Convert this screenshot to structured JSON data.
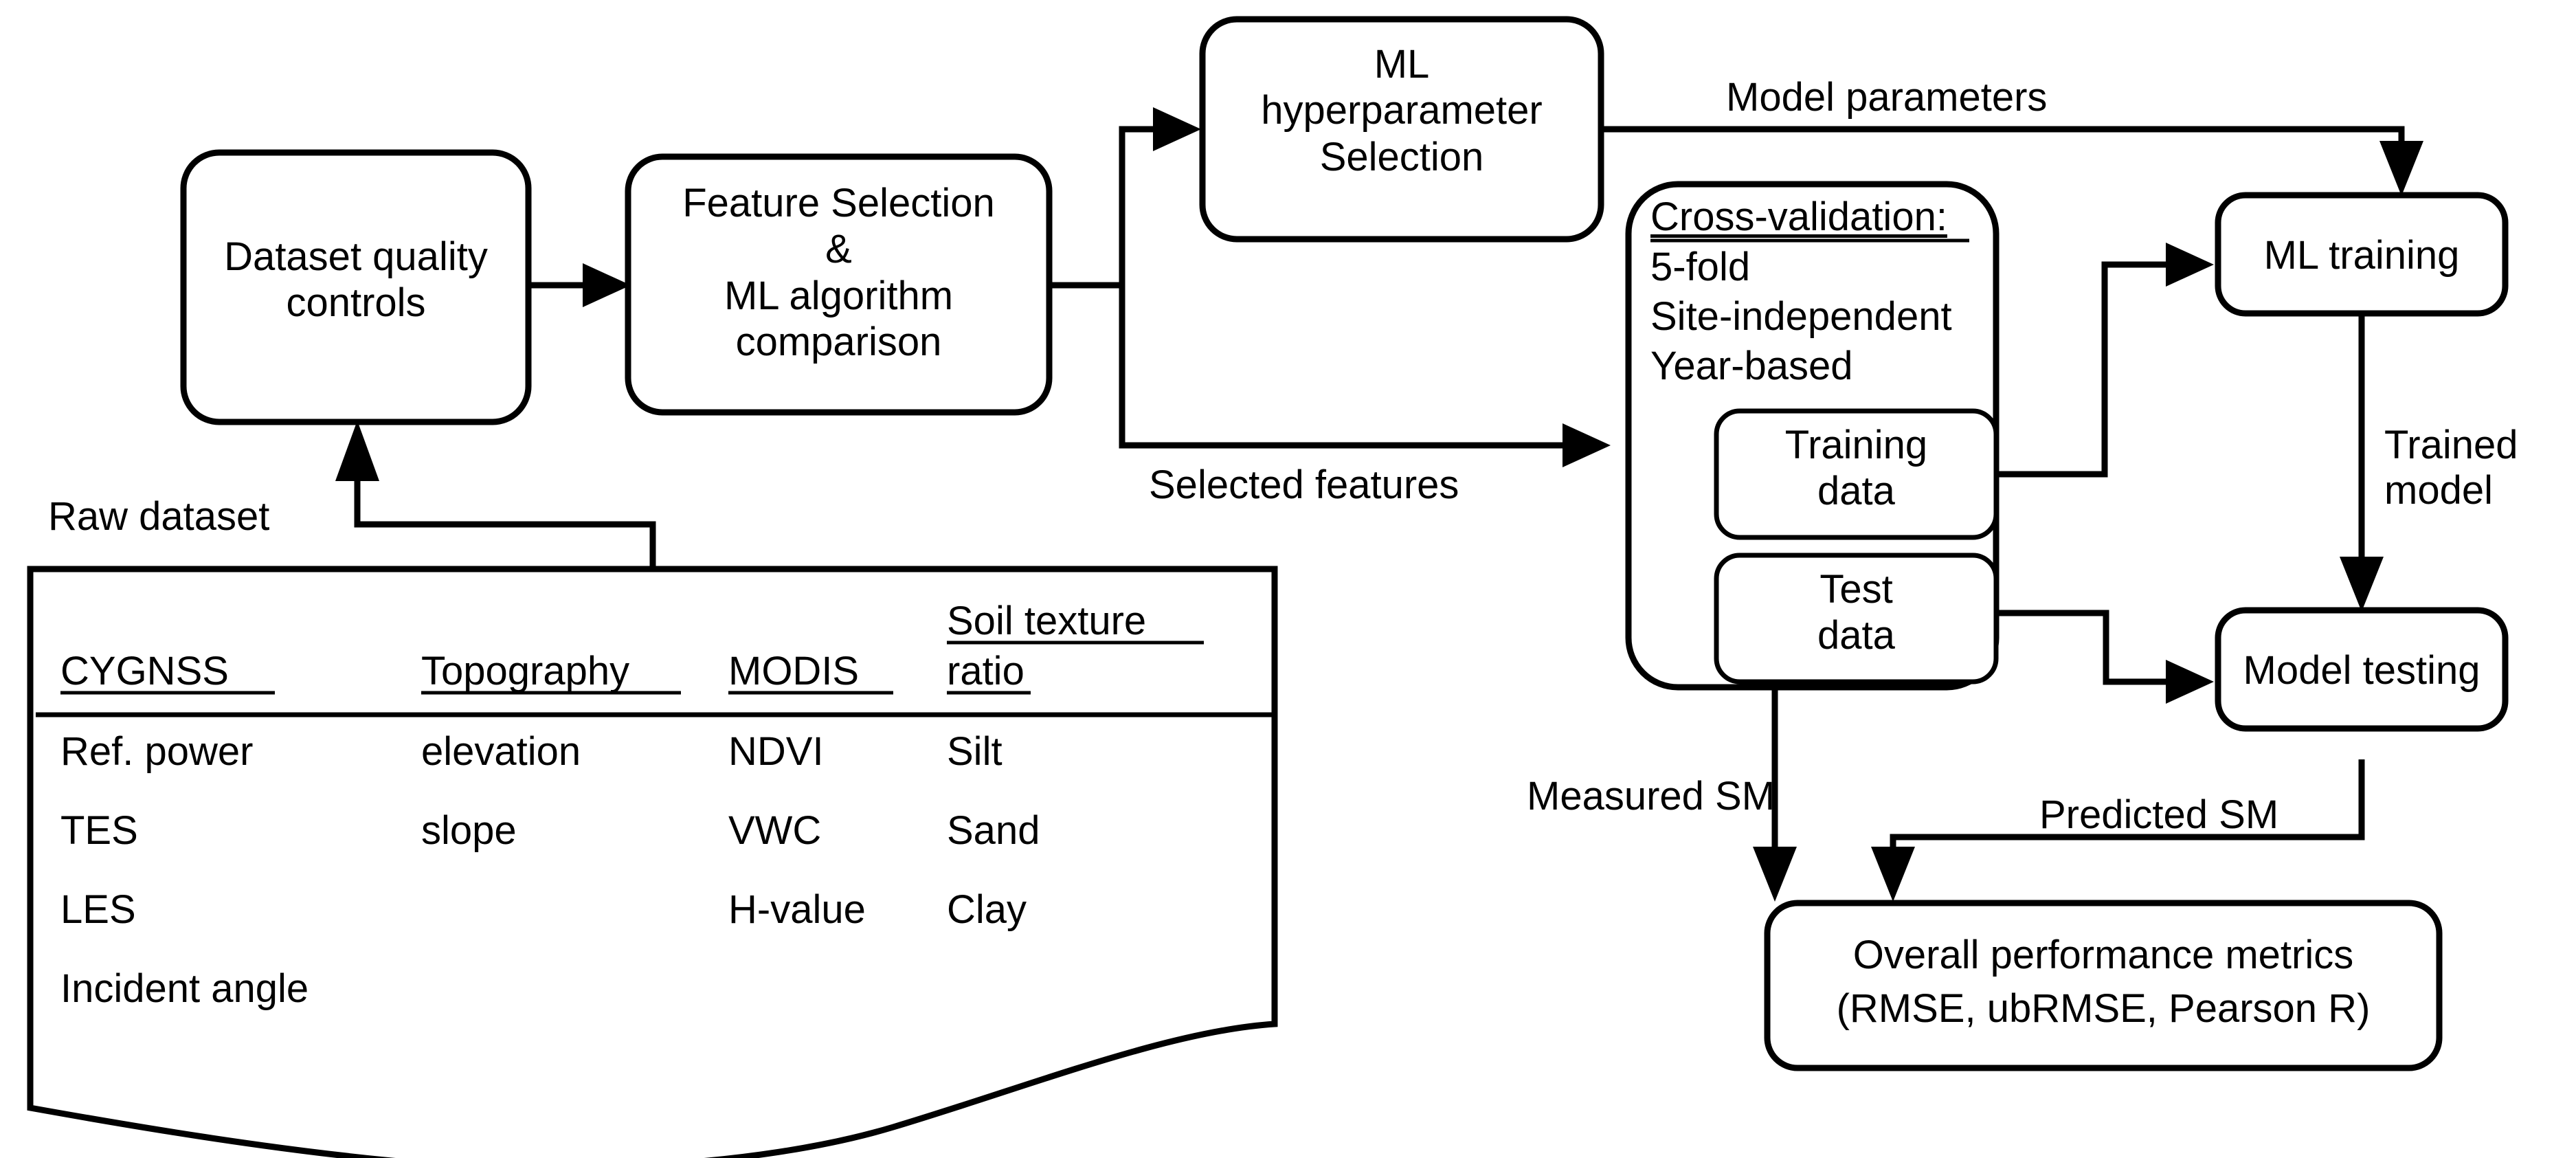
{
  "diagram": {
    "title": "CYGNSS machine-learning soil moisture retrieval workflow",
    "nodes": {
      "dataset_quality": "Dataset quality\ncontrols",
      "feature_selection": "Feature Selection\n&\nML algorithm\ncomparison",
      "hyperparameter": "ML\nhyperparameter\nSelection",
      "ml_training": "ML training",
      "model_testing": "Model testing",
      "training_data": "Training\ndata",
      "test_data": "Test\ndata",
      "metrics_line1": "Overall performance metrics",
      "metrics_line2": "(RMSE, ubRMSE, Pearson R)"
    },
    "cross_validation": {
      "heading": "Cross-validation:",
      "items": [
        "5-fold",
        "Site-independent",
        "Year-based"
      ]
    },
    "edge_labels": {
      "raw_dataset": "Raw dataset",
      "selected_features": "Selected features",
      "model_parameters": "Model parameters",
      "trained_model": "Trained\nmodel",
      "measured_sm": "Measured SM",
      "predicted_sm": "Predicted SM"
    },
    "raw_dataset_table": {
      "headers": [
        "CYGNSS",
        "Topography",
        "MODIS",
        "Soil texture\nratio"
      ],
      "header_parts": {
        "soil_texture_line1": "Soil texture",
        "soil_texture_line2": "ratio"
      },
      "columns": [
        [
          "Ref. power",
          "TES",
          "LES",
          "Incident angle"
        ],
        [
          "elevation",
          "slope",
          "",
          ""
        ],
        [
          "NDVI",
          "VWC",
          "H-value",
          ""
        ],
        [
          "Silt",
          "Sand",
          "Clay",
          ""
        ]
      ],
      "rows": [
        [
          "Ref. power",
          "elevation",
          "NDVI",
          "Silt"
        ],
        [
          "TES",
          "slope",
          "VWC",
          "Sand"
        ],
        [
          "LES",
          "",
          "H-value",
          "Clay"
        ],
        [
          "Incident angle",
          "",
          "",
          ""
        ]
      ]
    },
    "colors": {
      "stroke": "#000000",
      "fill": "#ffffff",
      "text": "#000000"
    }
  }
}
